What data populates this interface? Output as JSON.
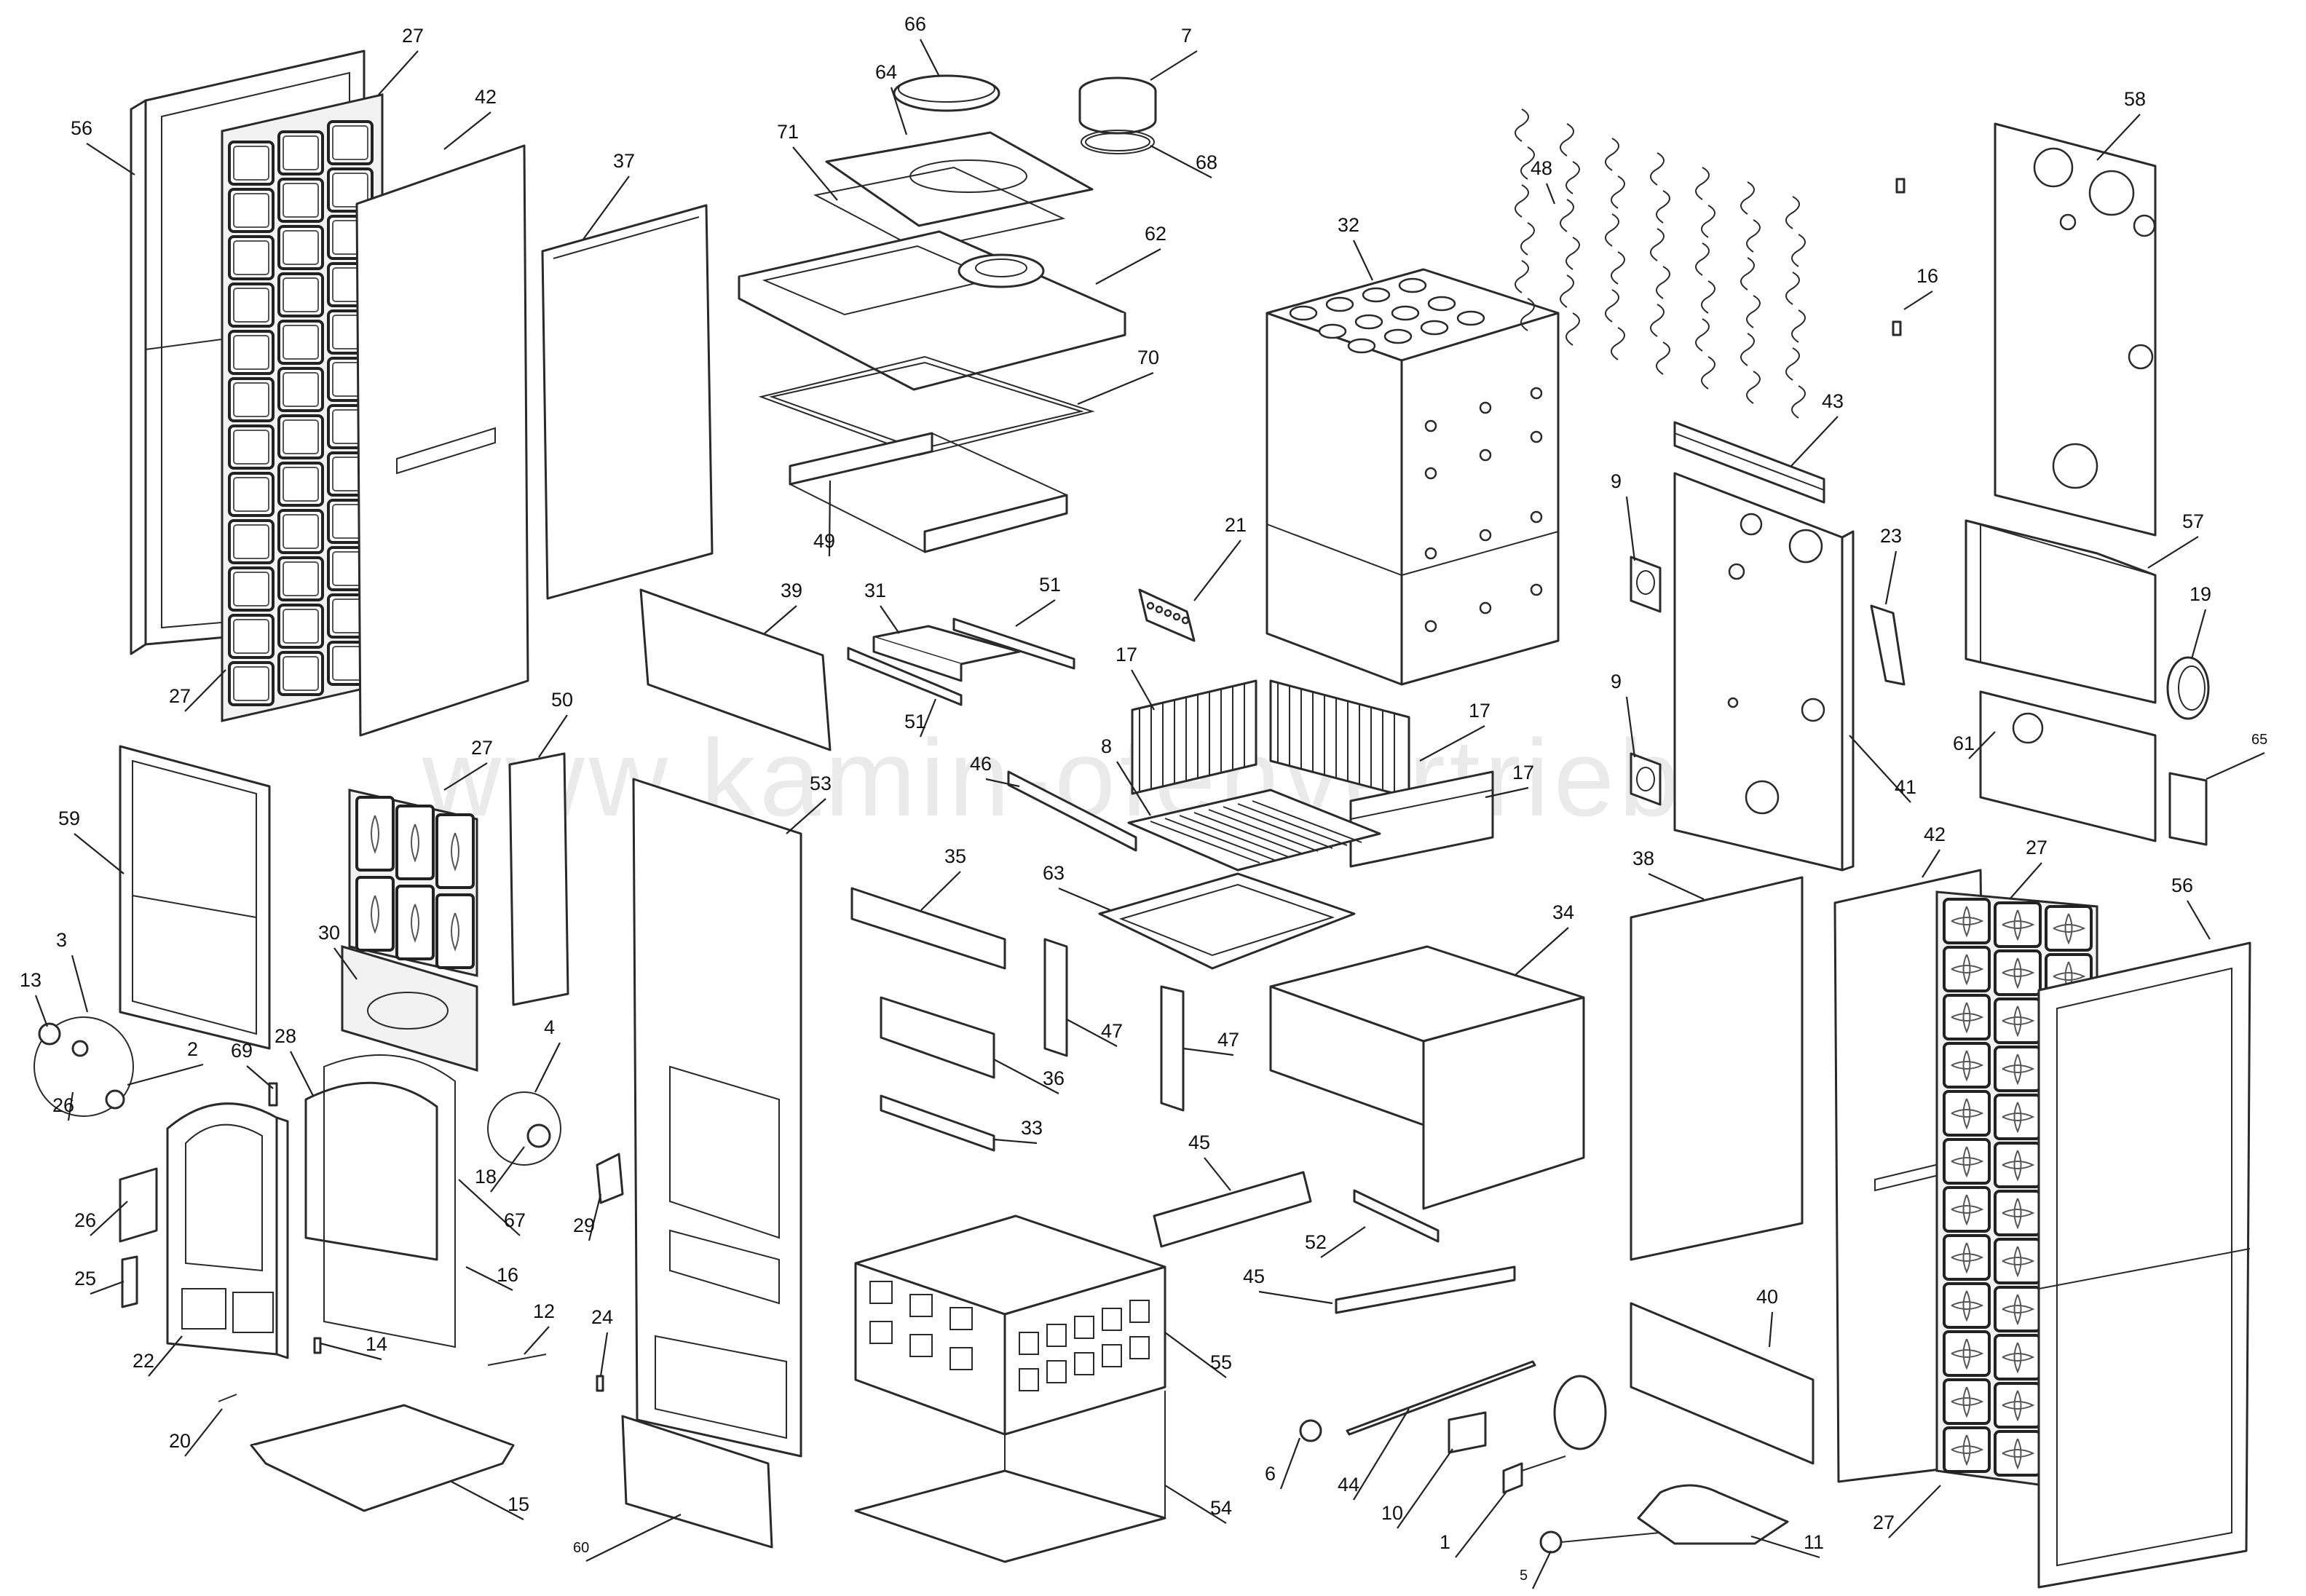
{
  "watermark": "www.kamin-ofenvertrieb.de",
  "callouts": [
    {
      "id": "c56a",
      "label": "56"
    },
    {
      "id": "c27a",
      "label": "27"
    },
    {
      "id": "c42a",
      "label": "42"
    },
    {
      "id": "c37",
      "label": "37"
    },
    {
      "id": "c27b",
      "label": "27"
    },
    {
      "id": "c66",
      "label": "66"
    },
    {
      "id": "c7",
      "label": "7"
    },
    {
      "id": "c64",
      "label": "64"
    },
    {
      "id": "c68",
      "label": "68"
    },
    {
      "id": "c71",
      "label": "71"
    },
    {
      "id": "c62",
      "label": "62"
    },
    {
      "id": "c70",
      "label": "70"
    },
    {
      "id": "c49",
      "label": "49"
    },
    {
      "id": "c32",
      "label": "32"
    },
    {
      "id": "c48",
      "label": "48"
    },
    {
      "id": "c16a",
      "label": "16"
    },
    {
      "id": "c58",
      "label": "58"
    },
    {
      "id": "c43",
      "label": "43"
    },
    {
      "id": "c9a",
      "label": "9"
    },
    {
      "id": "c23",
      "label": "23"
    },
    {
      "id": "c57",
      "label": "57"
    },
    {
      "id": "c19",
      "label": "19"
    },
    {
      "id": "c21",
      "label": "21"
    },
    {
      "id": "c39",
      "label": "39"
    },
    {
      "id": "c31",
      "label": "31"
    },
    {
      "id": "c51a",
      "label": "51"
    },
    {
      "id": "c51b",
      "label": "51"
    },
    {
      "id": "c17a",
      "label": "17"
    },
    {
      "id": "c17b",
      "label": "17"
    },
    {
      "id": "c17c",
      "label": "17"
    },
    {
      "id": "c8",
      "label": "8"
    },
    {
      "id": "c9b",
      "label": "9"
    },
    {
      "id": "c41",
      "label": "41"
    },
    {
      "id": "c61",
      "label": "61"
    },
    {
      "id": "c65",
      "label": "65"
    },
    {
      "id": "c50",
      "label": "50"
    },
    {
      "id": "c27c",
      "label": "27"
    },
    {
      "id": "c59",
      "label": "59"
    },
    {
      "id": "c53",
      "label": "53"
    },
    {
      "id": "c46",
      "label": "46"
    },
    {
      "id": "c35",
      "label": "35"
    },
    {
      "id": "c63",
      "label": "63"
    },
    {
      "id": "c38",
      "label": "38"
    },
    {
      "id": "c42b",
      "label": "42"
    },
    {
      "id": "c27d",
      "label": "27"
    },
    {
      "id": "c56b",
      "label": "56"
    },
    {
      "id": "c30",
      "label": "30"
    },
    {
      "id": "c3",
      "label": "3"
    },
    {
      "id": "c13",
      "label": "13"
    },
    {
      "id": "c2",
      "label": "2"
    },
    {
      "id": "c26a",
      "label": "26"
    },
    {
      "id": "c69",
      "label": "69"
    },
    {
      "id": "c28",
      "label": "28"
    },
    {
      "id": "c4",
      "label": "4"
    },
    {
      "id": "c47a",
      "label": "47"
    },
    {
      "id": "c47b",
      "label": "47"
    },
    {
      "id": "c34",
      "label": "34"
    },
    {
      "id": "c36",
      "label": "36"
    },
    {
      "id": "c33",
      "label": "33"
    },
    {
      "id": "c18",
      "label": "18"
    },
    {
      "id": "c26b",
      "label": "26"
    },
    {
      "id": "c67",
      "label": "67"
    },
    {
      "id": "c29",
      "label": "29"
    },
    {
      "id": "c45a",
      "label": "45"
    },
    {
      "id": "c52",
      "label": "52"
    },
    {
      "id": "c25",
      "label": "25"
    },
    {
      "id": "c16b",
      "label": "16"
    },
    {
      "id": "c45b",
      "label": "45"
    },
    {
      "id": "c12",
      "label": "12"
    },
    {
      "id": "c24",
      "label": "24"
    },
    {
      "id": "c40",
      "label": "40"
    },
    {
      "id": "c22",
      "label": "22"
    },
    {
      "id": "c14",
      "label": "14"
    },
    {
      "id": "c55",
      "label": "55"
    },
    {
      "id": "c20",
      "label": "20"
    },
    {
      "id": "c15",
      "label": "15"
    },
    {
      "id": "c6",
      "label": "6"
    },
    {
      "id": "c44",
      "label": "44"
    },
    {
      "id": "c10",
      "label": "10"
    },
    {
      "id": "c54",
      "label": "54"
    },
    {
      "id": "c1",
      "label": "1"
    },
    {
      "id": "c11",
      "label": "11"
    },
    {
      "id": "c27e",
      "label": "27"
    },
    {
      "id": "c60",
      "label": "60"
    },
    {
      "id": "c5",
      "label": "5"
    }
  ]
}
